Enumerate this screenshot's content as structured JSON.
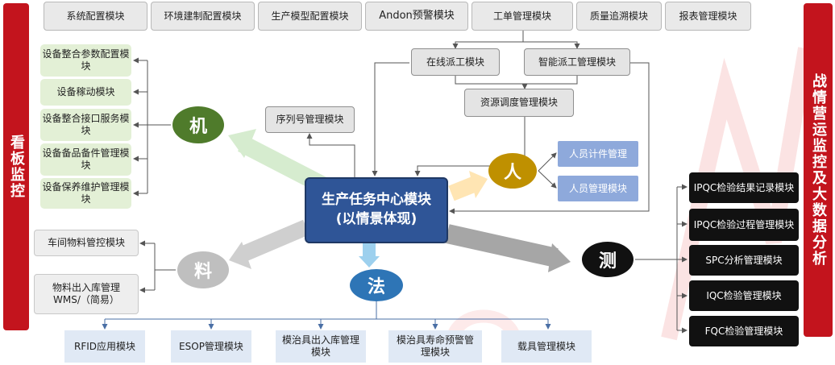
{
  "left_bar": {
    "label": "看板监控"
  },
  "right_bar": {
    "label": "战情营运监控及大数据分析"
  },
  "top_modules": [
    "系统配置模块",
    "环境建制配置模块",
    "生产模型配置模块",
    "Andon预警模块",
    "工单管理模块",
    "质量追溯模块",
    "报表管理模块"
  ],
  "dispatch": {
    "online": "在线派工模块",
    "smart": "智能派工管理模块",
    "resource": "资源调度管理模块",
    "serial": "序列号管理模块"
  },
  "center": {
    "line1": "生产任务中心模块",
    "line2": "(以情景体现)"
  },
  "machine": {
    "label": "机",
    "items": [
      "设备整合参数配置模块",
      "设备稼动模块",
      "设备整合接口服务模块",
      "设备备品备件管理模块",
      "设备保养维护管理模块"
    ]
  },
  "people": {
    "label": "人",
    "items": [
      "人员计件管理",
      "人员管理模块"
    ]
  },
  "material": {
    "label": "料",
    "items": [
      "车间物料管控模块",
      "物料出入库管理WMS/（简易）"
    ]
  },
  "method": {
    "label": "法",
    "items": [
      "RFID应用模块",
      "ESOP管理模块",
      "模治具出入库管理模块",
      "模治具寿命预警管理模块",
      "载具管理模块"
    ]
  },
  "measure": {
    "label": "测",
    "items": [
      "IPQC检验结果记录模块",
      "IPQC检验过程管理模块",
      "SPC分析管理模块",
      "IQC检验管理模块",
      "FQC检验管理模块"
    ]
  },
  "colors": {
    "red": "#c3141d",
    "center": "#2f5597",
    "machine": "#4f7b2b",
    "people": "#bf9000",
    "material": "#bfbfbf",
    "method": "#2e75b6",
    "measure": "#111111"
  }
}
